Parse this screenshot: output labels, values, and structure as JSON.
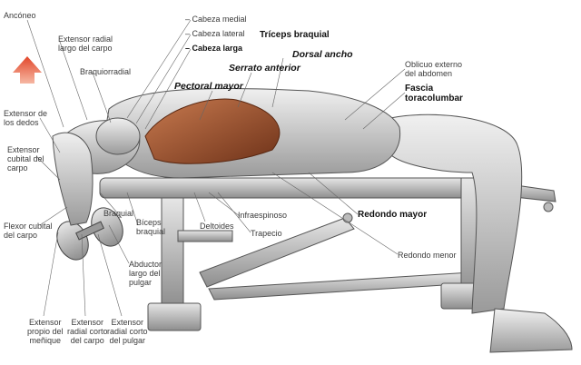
{
  "labels": {
    "anconeo": "Ancóneo",
    "extensor_radial_largo": "Extensor radial\nlargo del carpo",
    "braquiorradial": "Braquiorradial",
    "cabeza_medial": "– Cabeza medial",
    "cabeza_lateral": "– Cabeza lateral",
    "cabeza_larga": "– Cabeza larga",
    "triceps_braquial": "Tríceps braquial",
    "dorsal_ancho": "Dorsal ancho",
    "serrato_anterior": "Serrato anterior",
    "pectoral_mayor": "Pectoral mayor",
    "oblicuo_externo": "Oblicuo externo\ndel abdomen",
    "fascia_toracolumbar": "Fascia\ntoracolumbar",
    "extensor_dedos": "Extensor de\nlos dedos",
    "extensor_cubital": "Extensor\ncubital del\ncarpo",
    "flexor_cubital": "Flexor cubital\ndel carpo",
    "braquial": "Braquial",
    "biceps_braquial": "Bíceps\nbraquial",
    "deltoides": "Deltoides",
    "infraespinoso": "Infraespinoso",
    "trapecio": "Trapecio",
    "redondo_mayor": "Redondo mayor",
    "redondo_menor": "Redondo menor",
    "abductor_largo": "Abductor\nlargo del\npulgar",
    "extensor_propio_menique": "Extensor\npropio del\nmeñique",
    "extensor_radial_corto": "Extensor\nradial corto\ndel carpo",
    "extensor_corto_pulgar": "Extensor\nradial corto\ndel pulgar"
  },
  "colors": {
    "arrow": "#e8583a",
    "muscle": "#a4552f",
    "body": "#d5d5d5",
    "bench": "#c8c8c8",
    "leader": "#666666"
  },
  "icons": {
    "direction": "arrow-up-icon"
  }
}
